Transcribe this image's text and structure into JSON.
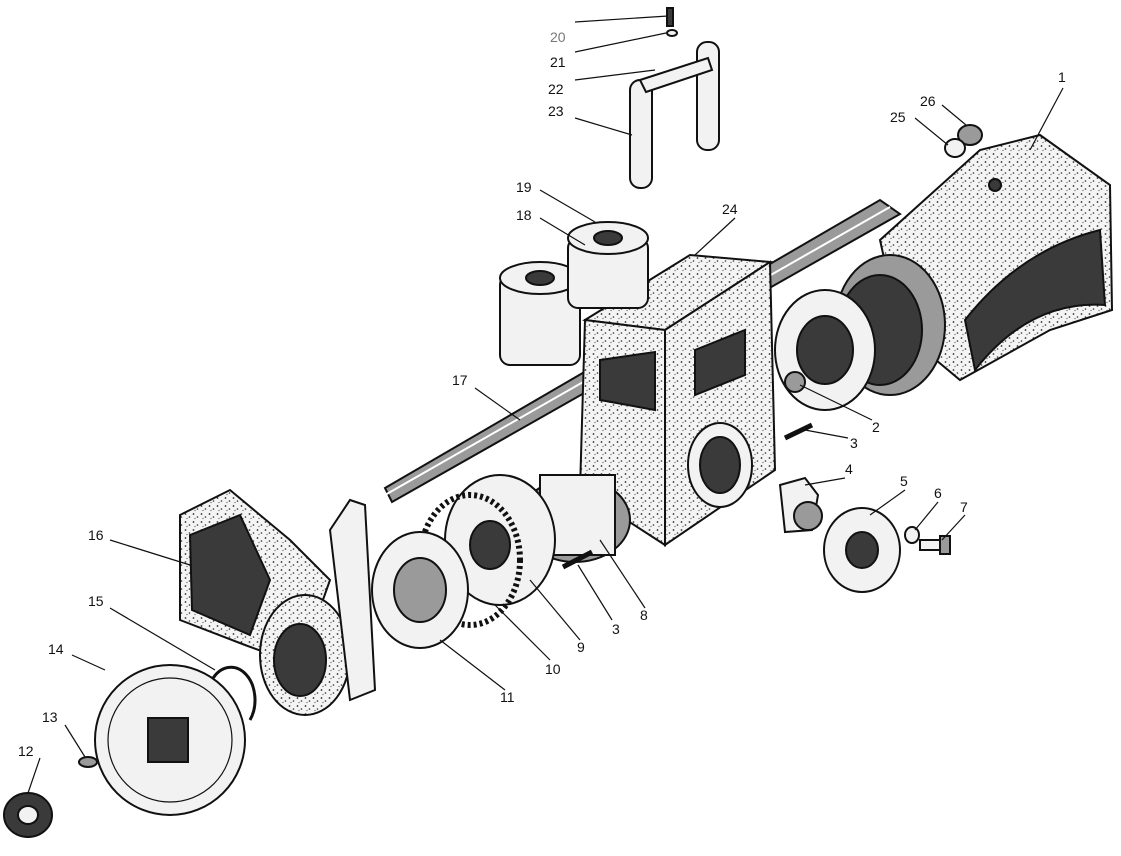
{
  "labels": [
    "1",
    "2",
    "3",
    "3",
    "4",
    "5",
    "6",
    "7",
    "8",
    "9",
    "10",
    "11",
    "12",
    "13",
    "14",
    "15",
    "16",
    "17",
    "18",
    "19",
    "20",
    "21",
    "22",
    "23",
    "24",
    "25",
    "26"
  ]
}
